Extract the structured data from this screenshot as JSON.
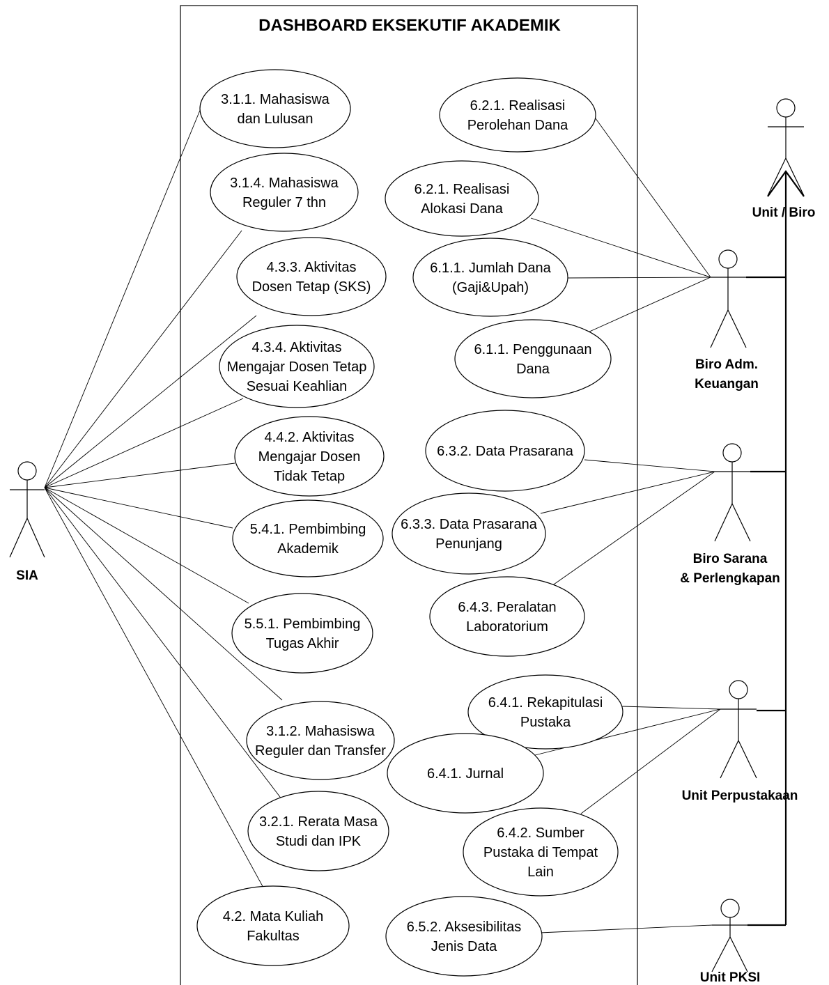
{
  "system": {
    "title": "DASHBOARD EKSEKUTIF AKADEMIK"
  },
  "actors": [
    {
      "id": "sia",
      "lines": [
        "SIA"
      ]
    },
    {
      "id": "unit-biro",
      "lines": [
        "Unit / Biro"
      ]
    },
    {
      "id": "biro-keuangan",
      "lines": [
        "Biro Adm.",
        "Keuangan"
      ]
    },
    {
      "id": "biro-sarana",
      "lines": [
        "Biro Sarana",
        "& Perlengkapan"
      ]
    },
    {
      "id": "unit-perpustakaan",
      "lines": [
        "Unit Perpustakaan"
      ]
    },
    {
      "id": "unit-pksi",
      "lines": [
        "Unit PKSI"
      ]
    }
  ],
  "use_cases": [
    {
      "id": "uc-311",
      "lines": [
        "3.1.1. Mahasiswa",
        "dan Lulusan"
      ],
      "actor": "sia"
    },
    {
      "id": "uc-314",
      "lines": [
        "3.1.4. Mahasiswa",
        "Reguler 7 thn"
      ],
      "actor": "sia"
    },
    {
      "id": "uc-433",
      "lines": [
        "4.3.3. Aktivitas",
        "Dosen Tetap (SKS)"
      ],
      "actor": "sia"
    },
    {
      "id": "uc-434",
      "lines": [
        "4.3.4. Aktivitas",
        "Mengajar Dosen Tetap",
        "Sesuai Keahlian"
      ],
      "actor": "sia"
    },
    {
      "id": "uc-442",
      "lines": [
        "4.4.2. Aktivitas",
        "Mengajar Dosen",
        "Tidak Tetap"
      ],
      "actor": "sia"
    },
    {
      "id": "uc-541",
      "lines": [
        "5.4.1. Pembimbing",
        "Akademik"
      ],
      "actor": "sia"
    },
    {
      "id": "uc-551",
      "lines": [
        "5.5.1. Pembimbing",
        "Tugas Akhir"
      ],
      "actor": "sia"
    },
    {
      "id": "uc-312",
      "lines": [
        "3.1.2. Mahasiswa",
        "Reguler dan Transfer"
      ],
      "actor": "sia"
    },
    {
      "id": "uc-321",
      "lines": [
        "3.2.1. Rerata Masa",
        "Studi dan IPK"
      ],
      "actor": "sia"
    },
    {
      "id": "uc-42",
      "lines": [
        "4.2. Mata Kuliah",
        "Fakultas"
      ],
      "actor": "sia"
    },
    {
      "id": "uc-621-perolehan",
      "lines": [
        "6.2.1. Realisasi",
        "Perolehan Dana"
      ],
      "actor": "biro-keuangan"
    },
    {
      "id": "uc-621-alokasi",
      "lines": [
        "6.2.1. Realisasi",
        "Alokasi Dana"
      ],
      "actor": "biro-keuangan"
    },
    {
      "id": "uc-611-jumlah",
      "lines": [
        "6.1.1. Jumlah Dana",
        "(Gaji&Upah)"
      ],
      "actor": "biro-keuangan"
    },
    {
      "id": "uc-611-penggunaan",
      "lines": [
        "6.1.1. Penggunaan",
        "Dana"
      ],
      "actor": "biro-keuangan"
    },
    {
      "id": "uc-632",
      "lines": [
        "6.3.2. Data Prasarana"
      ],
      "actor": "biro-sarana"
    },
    {
      "id": "uc-633",
      "lines": [
        "6.3.3. Data Prasarana",
        "Penunjang"
      ],
      "actor": "biro-sarana"
    },
    {
      "id": "uc-643",
      "lines": [
        "6.4.3. Peralatan",
        "Laboratorium"
      ],
      "actor": "biro-sarana"
    },
    {
      "id": "uc-641-rekap",
      "lines": [
        "6.4.1. Rekapitulasi",
        "Pustaka"
      ],
      "actor": "unit-perpustakaan"
    },
    {
      "id": "uc-641-jurnal",
      "lines": [
        "6.4.1. Jurnal"
      ],
      "actor": "unit-perpustakaan"
    },
    {
      "id": "uc-642",
      "lines": [
        "6.4.2. Sumber",
        "Pustaka di Tempat",
        "Lain"
      ],
      "actor": "unit-perpustakaan"
    },
    {
      "id": "uc-652",
      "lines": [
        "6.5.2. Aksesibilitas",
        "Jenis Data"
      ],
      "actor": "unit-pksi"
    }
  ],
  "generalizations": [
    {
      "child": "biro-keuangan",
      "parent": "unit-biro"
    },
    {
      "child": "biro-sarana",
      "parent": "unit-biro"
    },
    {
      "child": "unit-perpustakaan",
      "parent": "unit-biro"
    },
    {
      "child": "unit-pksi",
      "parent": "unit-biro"
    }
  ]
}
